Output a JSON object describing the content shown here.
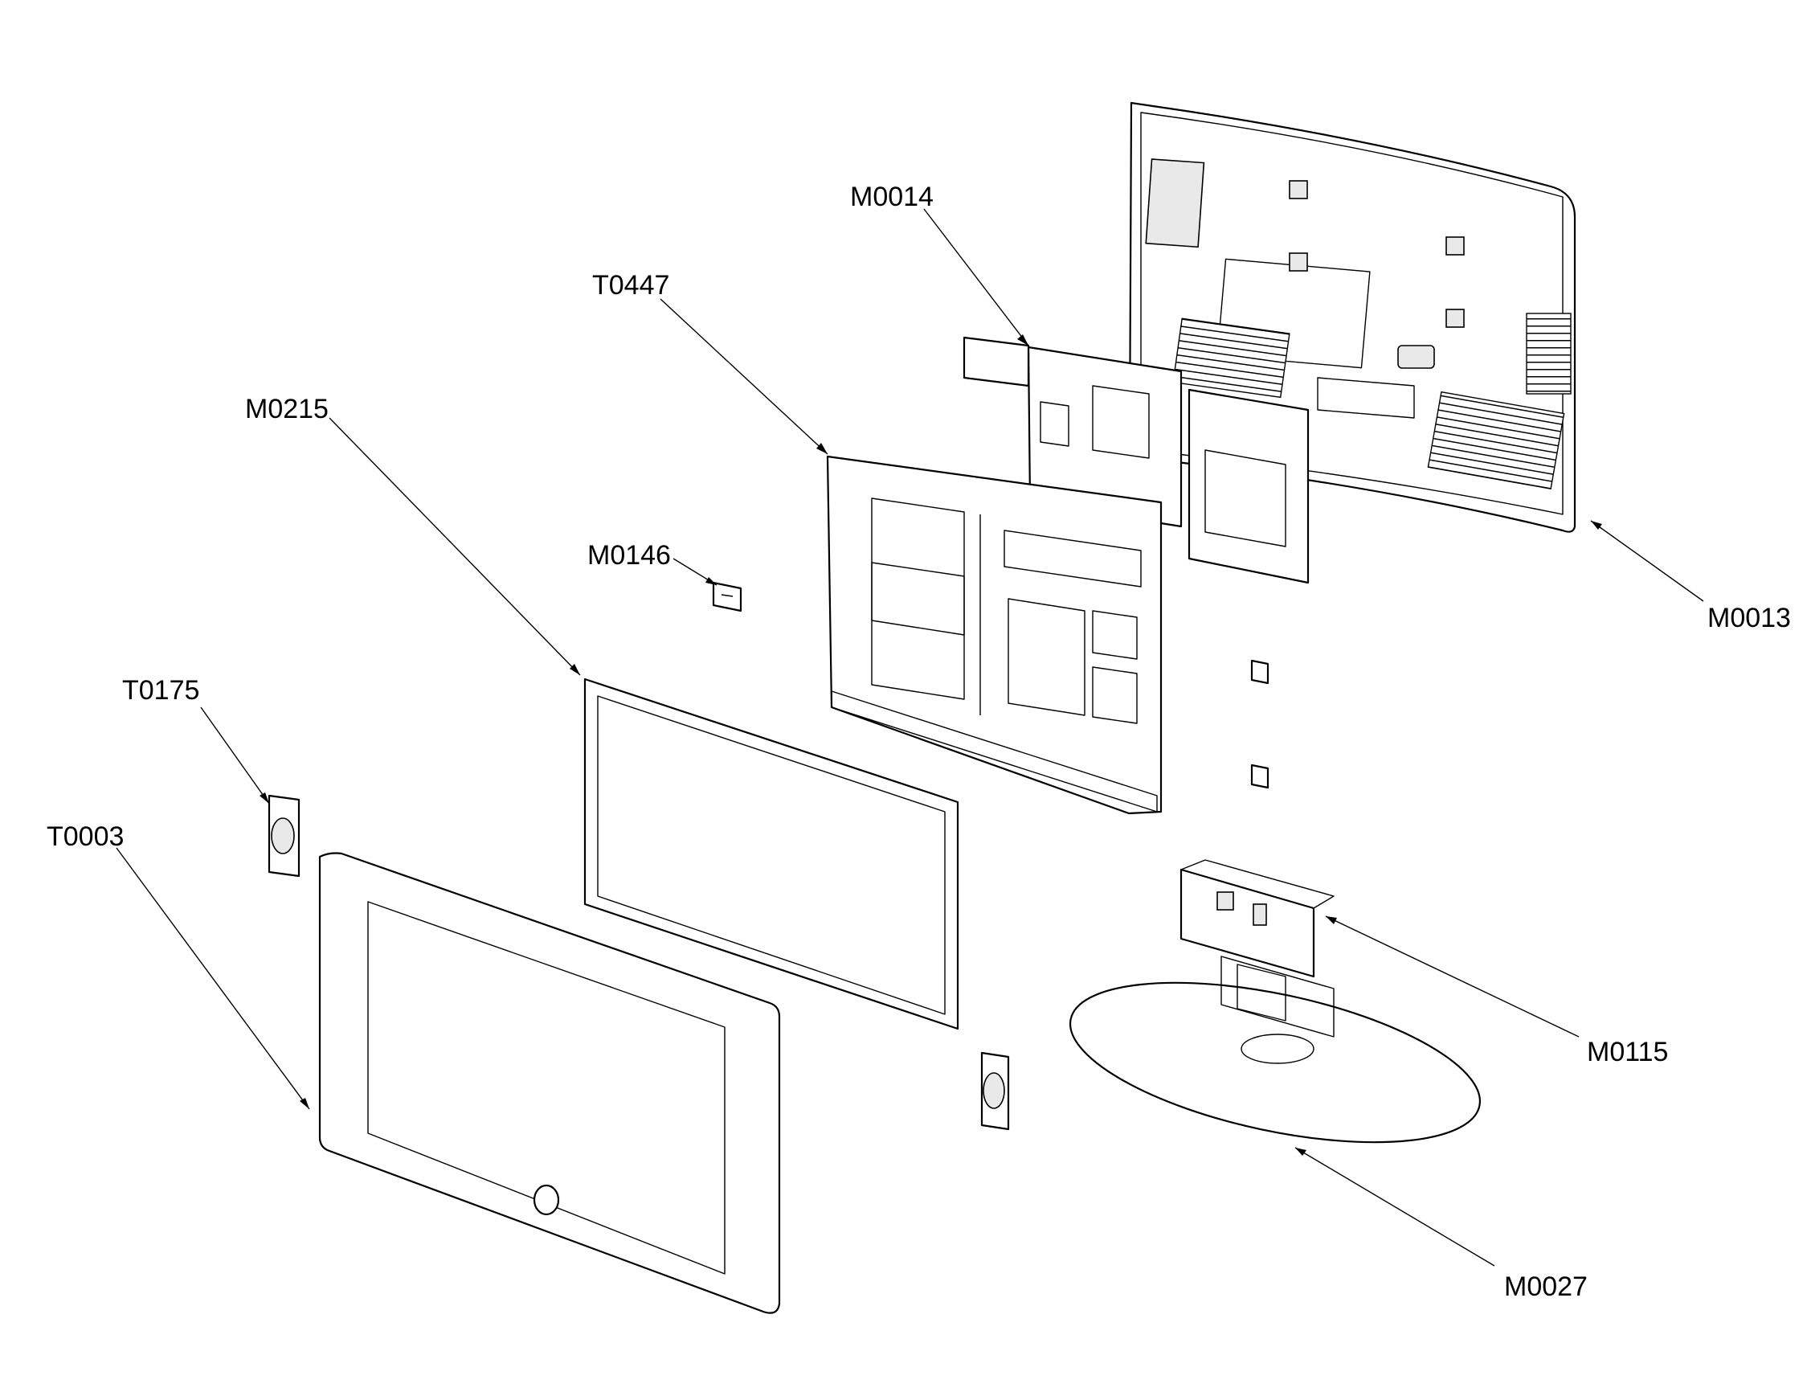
{
  "diagram": {
    "callouts": [
      {
        "id": "M0014",
        "text": "M0014"
      },
      {
        "id": "T0447",
        "text": "T0447"
      },
      {
        "id": "M0215",
        "text": "M0215"
      },
      {
        "id": "M0146",
        "text": "M0146"
      },
      {
        "id": "M0013",
        "text": "M0013"
      },
      {
        "id": "T0175",
        "text": "T0175"
      },
      {
        "id": "T0003",
        "text": "T0003"
      },
      {
        "id": "M0115",
        "text": "M0115"
      },
      {
        "id": "M0027",
        "text": "M0027"
      }
    ]
  }
}
